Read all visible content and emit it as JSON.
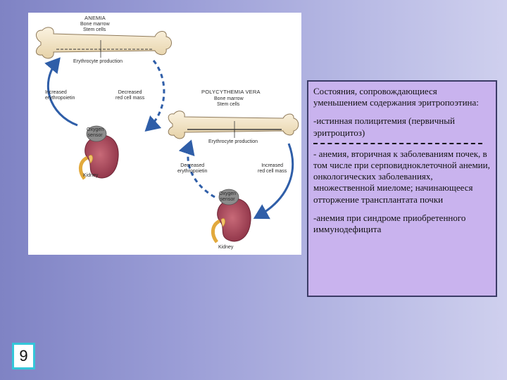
{
  "figure": {
    "anemia": {
      "title": "ANEMIA",
      "bone_marrow": "Bone marrow",
      "stem_cells": "Stem cells",
      "erythrocyte_production": "Erythrocyte production",
      "increased_epo_line1": "Increased",
      "increased_epo_line2": "erythropoietin",
      "decreased_mass_line1": "Decreased",
      "decreased_mass_line2": "red cell mass",
      "oxygen_line1": "Oxygen",
      "oxygen_line2": "sensor",
      "kidney": "Kidney"
    },
    "polycythemia": {
      "title": "POLYCYTHEMIA VERA",
      "bone_marrow": "Bone marrow",
      "stem_cells": "Stem cells",
      "erythrocyte_production": "Erythrocyte production",
      "decreased_epo_line1": "Decreased",
      "decreased_epo_line2": "erythropoietin",
      "increased_mass_line1": "Increased",
      "increased_mass_line2": "red cell mass",
      "oxygen_line1": "Oxygen",
      "oxygen_line2": "sensor",
      "kidney": "Kidney"
    }
  },
  "textbox": {
    "heading": "Состояния, сопровождающиеся уменьшением содержания эритропоэтина:",
    "item1": "-истинная полицитемия (первичный эритроцитоз)",
    "item2": "- анемия, вторичная к заболеваниям почек, в том числе при серповидноклеточной анемии, онкологических заболеваниях, множественной миеломе; начинающееся отторжение трансплантата почки",
    "item3": "-анемия при синдроме приобретенного иммунодефицита"
  },
  "page_number": "9",
  "colors": {
    "bone": "#f3e6c9",
    "bone_outline": "#8f7a5a",
    "kidney": "#a8485a",
    "kidney_pelvis": "#f2c46a",
    "oxygen_sensor": "#8c8c8c",
    "arrow_blue": "#2f5ea8",
    "textbox_bg": "#c9b3ee",
    "pagenum_border": "#34c6d9"
  }
}
